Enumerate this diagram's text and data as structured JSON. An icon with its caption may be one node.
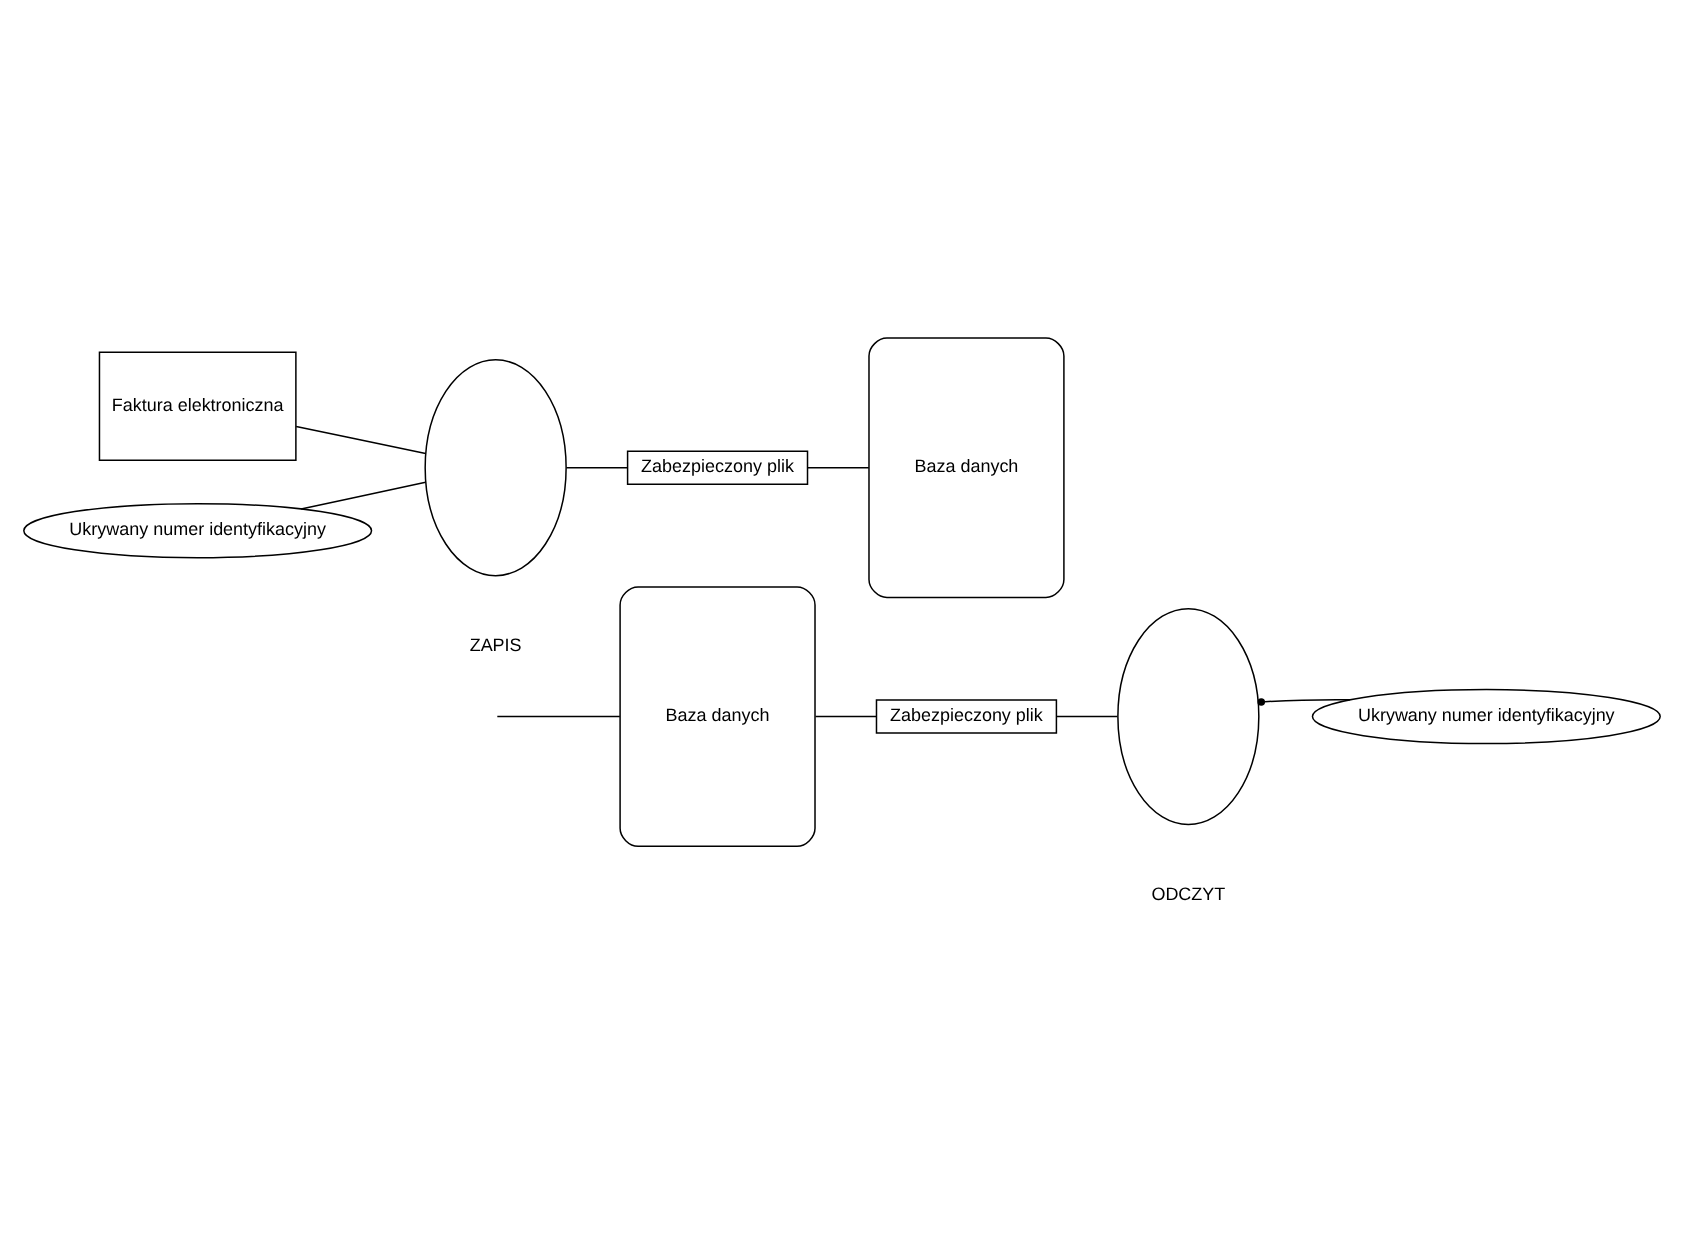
{
  "diagram": {
    "nodes": [
      {
        "text": [
          "Faktura elektroniczna"
        ]
      },
      {
        "text": [
          "Ukrywany numer identyfikacyjny"
        ]
      },
      {
        "text": [],
        "shape": "ellipse"
      },
      {
        "text": [
          "Zabezpieczony plik"
        ]
      },
      {
        "text": [
          "Baza danych"
        ]
      },
      {
        "text": [
          "Baza danych"
        ]
      },
      {
        "text": [
          "Zabezpieczony plik"
        ]
      },
      {
        "text": [],
        "shape": "ellipse"
      },
      {
        "text": [
          "Ukrywany numer identyfikacyjny"
        ]
      }
    ],
    "edges": [
      {
        "from": 0,
        "to": 2,
        "arrow": "none"
      },
      {
        "from": 1,
        "to": 2,
        "arrow": "none"
      },
      {
        "from": 2,
        "to": 3,
        "arrow": "none"
      },
      {
        "from": 3,
        "to": 4,
        "arrow": "none"
      },
      {
        "from": null,
        "to": 5,
        "arrow": "none"
      },
      {
        "from": 5,
        "to": 6,
        "arrow": "none"
      },
      {
        "from": 6,
        "to": 7,
        "arrow": "none"
      },
      {
        "from": 8,
        "to": 7,
        "arrow": "other"
      }
    ],
    "labels": [
      "ZAPIS",
      "ODCZYT"
    ]
  }
}
